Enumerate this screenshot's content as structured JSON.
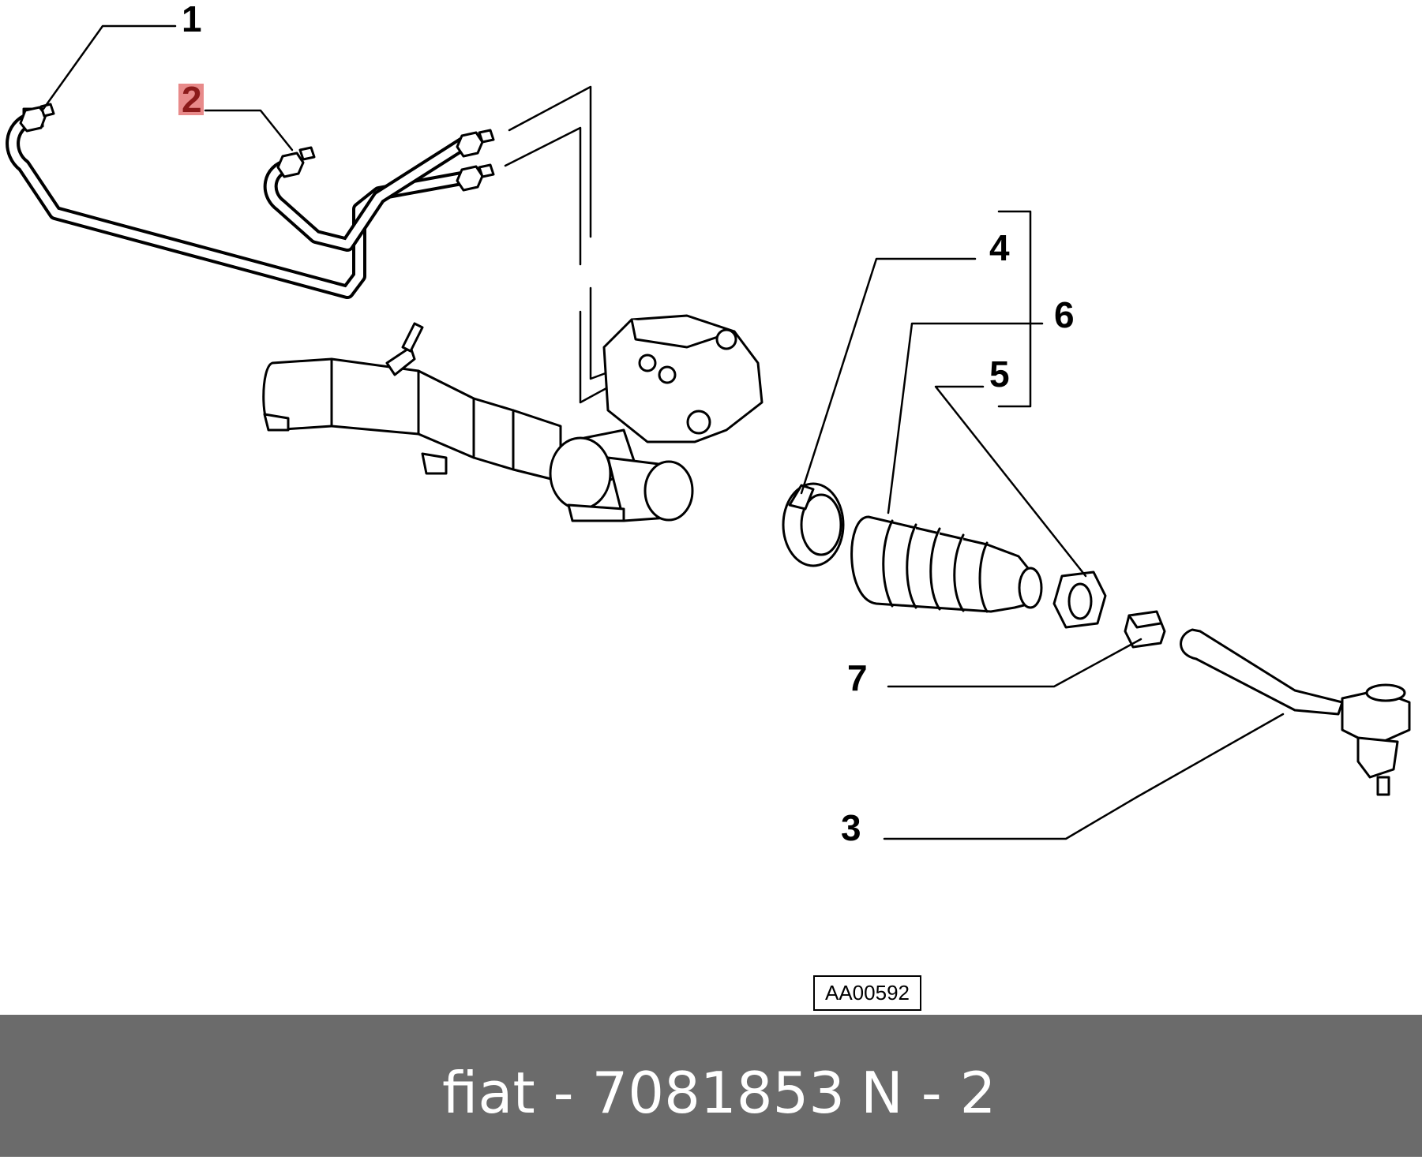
{
  "callouts": [
    {
      "id": "1",
      "label": "1",
      "highlighted": false
    },
    {
      "id": "2",
      "label": "2",
      "highlighted": true
    },
    {
      "id": "3",
      "label": "3",
      "highlighted": false
    },
    {
      "id": "4",
      "label": "4",
      "highlighted": false
    },
    {
      "id": "5",
      "label": "5",
      "highlighted": false
    },
    {
      "id": "6",
      "label": "6",
      "highlighted": false
    },
    {
      "id": "7",
      "label": "7",
      "highlighted": false
    }
  ],
  "drawing_code": "AA00592",
  "footer": {
    "part_text": "fiat - 7081853",
    "position_text": "N - 2"
  },
  "colors": {
    "footer_background": "#6b6b6b",
    "footer_text": "#ffffff",
    "highlight": "#e88a8a",
    "line_art": "#000000"
  }
}
